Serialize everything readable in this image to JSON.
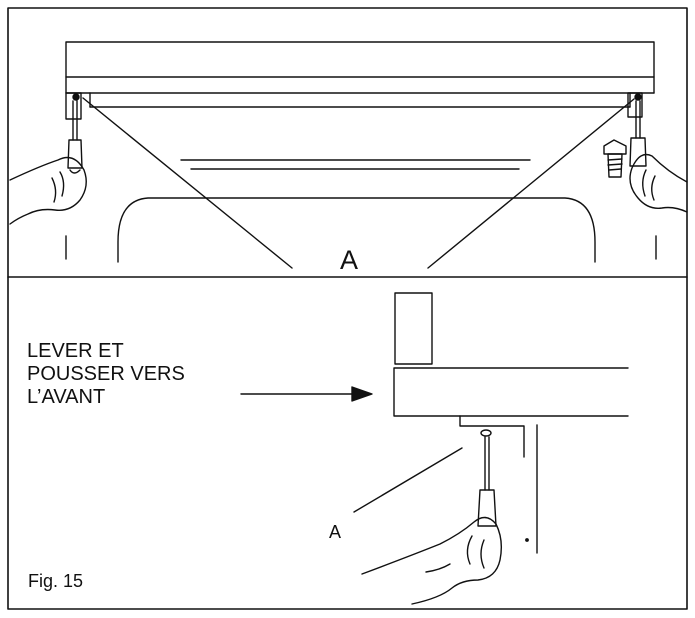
{
  "panel_top": {
    "callout_label": "A"
  },
  "panel_bottom": {
    "instruction_lines": [
      "LEVER ET",
      "POUSSER VERS",
      "L’AVANT"
    ],
    "callout_label": "A"
  },
  "caption": "Fig. 15",
  "colors": {
    "ink": "#111111",
    "background": "#ffffff"
  }
}
